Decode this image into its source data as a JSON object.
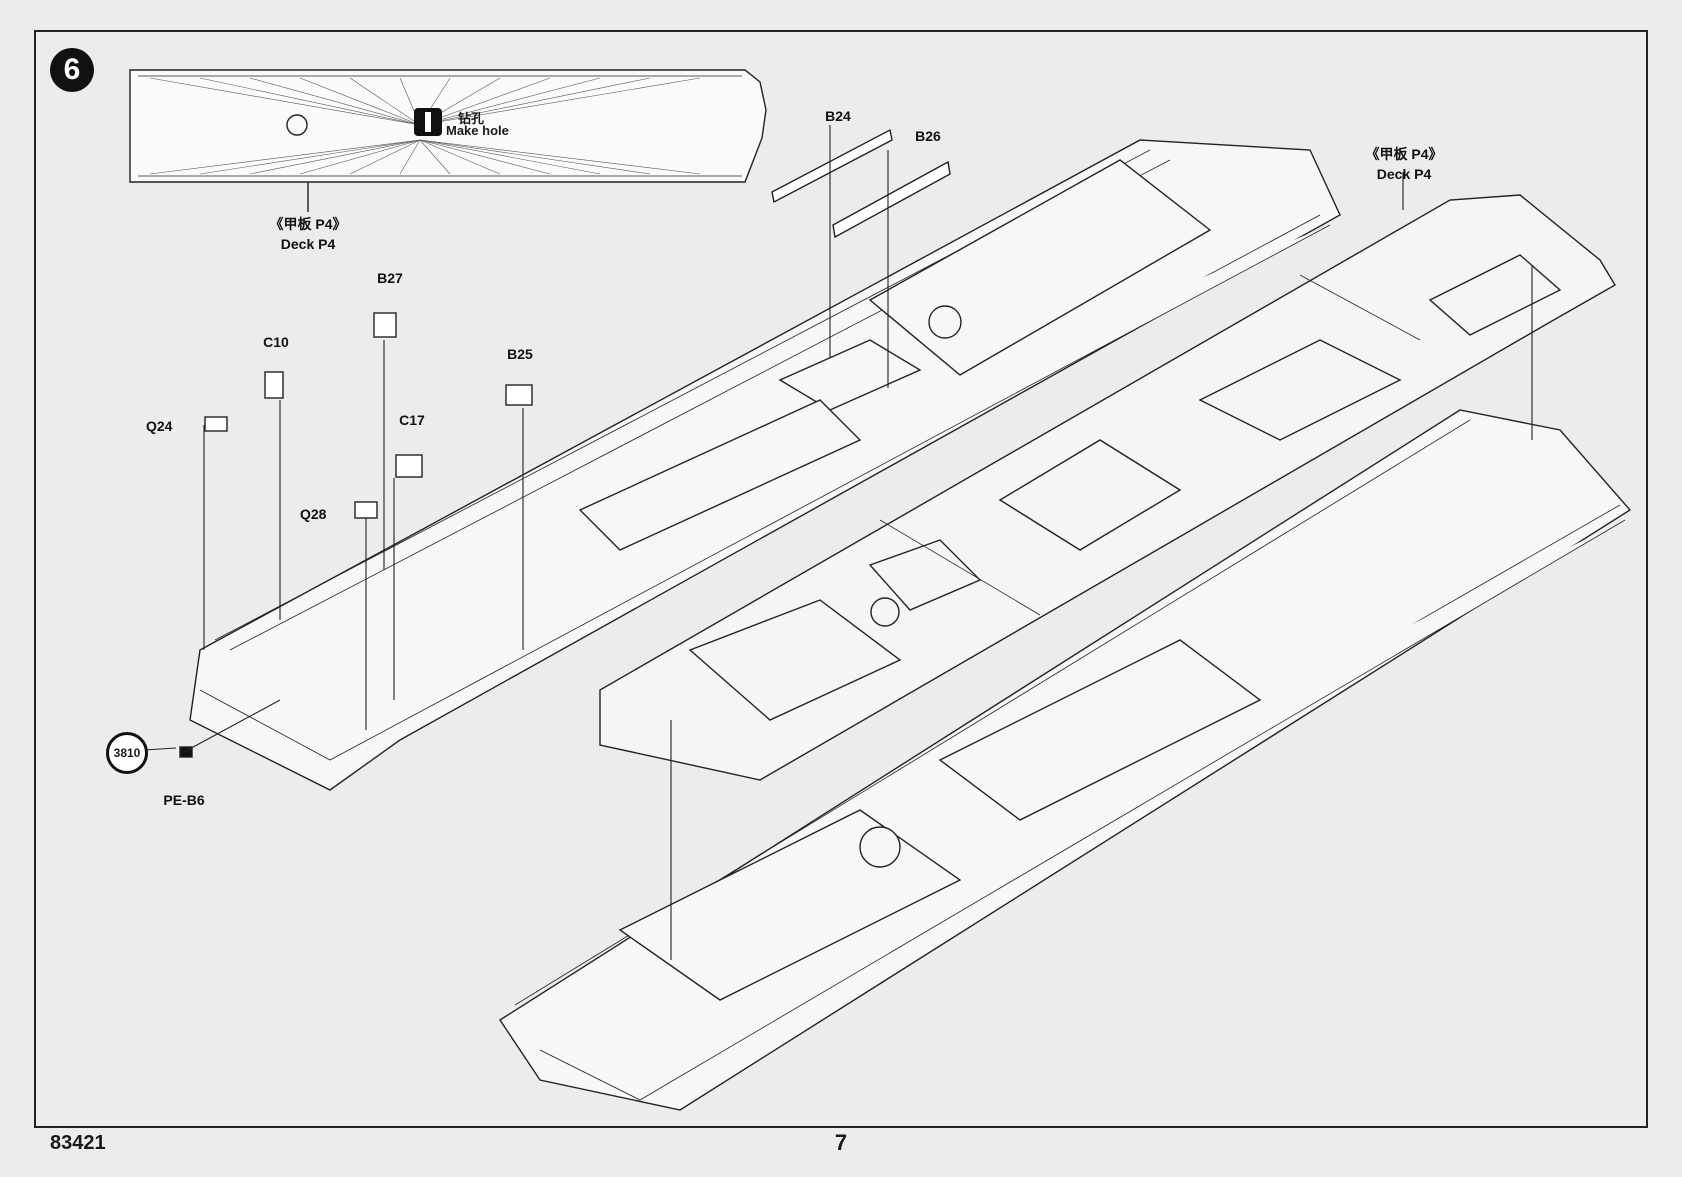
{
  "page": {
    "step_number": "6",
    "product_code": "83421",
    "page_number": "7"
  },
  "make_hole": {
    "label_cn": "钻孔",
    "label_en": "Make hole",
    "icon": "drill-icon"
  },
  "deck_labels": {
    "left_cn": "《甲板 P4》",
    "left_en": "Deck P4",
    "right_cn": "《甲板 P4》",
    "right_en": "Deck P4"
  },
  "parts": {
    "b24": "B24",
    "b26": "B26",
    "b27": "B27",
    "c10": "C10",
    "b25": "B25",
    "q24": "Q24",
    "c17": "C17",
    "q28": "Q28",
    "pe_b6": "PE-B6",
    "pe_badge": "3810"
  }
}
